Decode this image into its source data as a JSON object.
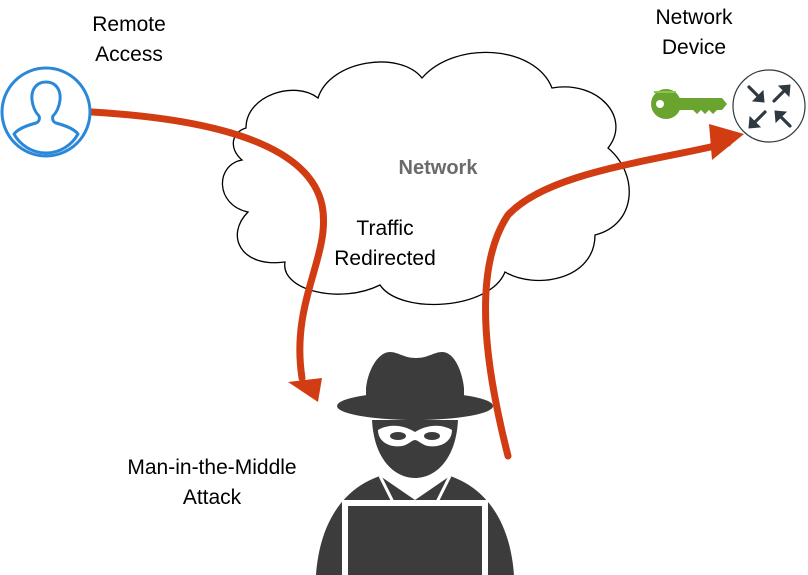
{
  "labels": {
    "remote_access": [
      "Remote",
      "Access"
    ],
    "network_device": [
      "Network",
      "Device"
    ],
    "network": "Network",
    "traffic_redirected": [
      "Traffic",
      "Redirected"
    ],
    "attack": [
      "Man-in-the-Middle",
      "Attack"
    ]
  },
  "icons": {
    "user": "user-icon",
    "key": "key-icon",
    "router": "router-icon",
    "attacker": "hacker-icon",
    "cloud": "cloud-icon"
  },
  "colors": {
    "arrow": "#d13c12",
    "user_icon": "#2b88d8",
    "key": "#6aa42f",
    "attacker": "#3c3c3c",
    "router": "#2f3942",
    "network_text": "#6b6b6b"
  }
}
